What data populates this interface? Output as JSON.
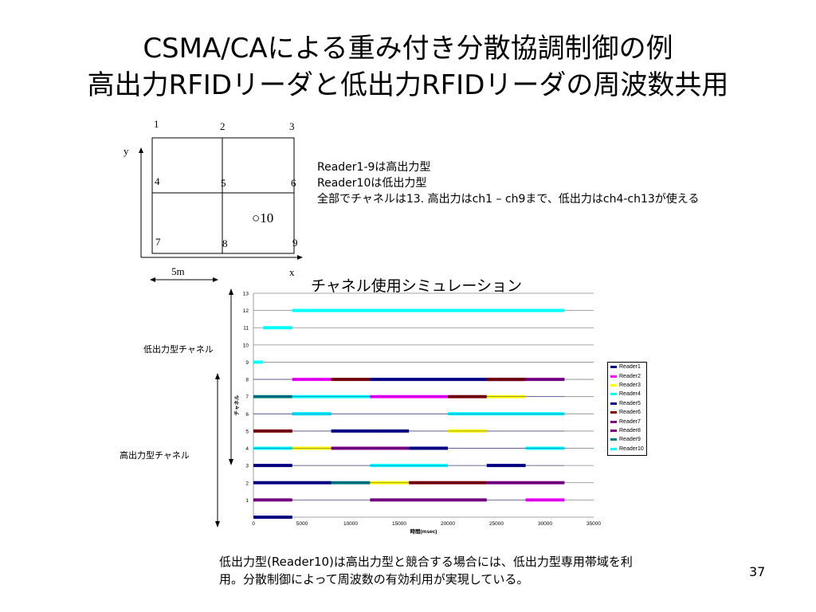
{
  "title_line1": "CSMA/CAによる重み付き分散協調制御の例",
  "title_line2": "高出力RFIDリーダと低出力RFIDリーダの周波数共用",
  "layout_diagram": {
    "labels": [
      "1",
      "2",
      "3",
      "4",
      "5",
      "6",
      "7",
      "8",
      "9"
    ],
    "reader10_label": "○10",
    "y_label": "y",
    "x_label": "x",
    "scale_label": "5m"
  },
  "notes": [
    "Reader1-9は高出力型",
    "Reader10は低出力型",
    "全部でチャネルは13. 高出力はch1 – ch9まで、低出力はch4-ch13が使える"
  ],
  "sim_title": "チャネル使用シミュレーション",
  "side_labels": {
    "low": "低出力型チャネル",
    "high": "高出力型チャネル"
  },
  "chart_data": {
    "type": "line",
    "xlabel": "時間(msec)",
    "ylabel": "チャネル",
    "xlim": [
      0,
      35000
    ],
    "ylim": [
      0,
      13
    ],
    "x_ticks": [
      0,
      5000,
      10000,
      15000,
      20000,
      25000,
      30000,
      35000
    ],
    "y_ticks": [
      1,
      2,
      3,
      4,
      5,
      6,
      7,
      8,
      9,
      10,
      11,
      12,
      13
    ],
    "legend_position": "right",
    "series": [
      {
        "name": "Reader1",
        "color": "#000080",
        "segments": [
          [
            0,
            5,
            4000
          ],
          [
            5,
            8000,
            12000
          ],
          [
            8,
            12000,
            28000
          ],
          [
            2,
            0,
            8000
          ],
          [
            3,
            0,
            4000
          ]
        ]
      },
      {
        "name": "Reader2",
        "color": "#ff00ff",
        "segments": [
          [
            8,
            4000,
            8000
          ],
          [
            7,
            12000,
            20000
          ],
          [
            1,
            28000,
            32000
          ]
        ]
      },
      {
        "name": "Reader3",
        "color": "#ffff00",
        "segments": [
          [
            4,
            4000,
            8000
          ],
          [
            5,
            20000,
            24000
          ],
          [
            2,
            12000,
            16000
          ],
          [
            7,
            24000,
            28000
          ]
        ]
      },
      {
        "name": "Reader4",
        "color": "#00ffff",
        "segments": [
          [
            12,
            4000,
            32000
          ],
          [
            11,
            1000,
            4000
          ],
          [
            9,
            0,
            1000
          ],
          [
            7,
            4000,
            12000
          ],
          [
            6,
            20000,
            32000
          ],
          [
            4,
            0,
            4000
          ],
          [
            3,
            12000,
            20000
          ]
        ]
      },
      {
        "name": "Reader5",
        "color": "#000080",
        "segments": [
          [
            5,
            12000,
            16000
          ],
          [
            3,
            24000,
            28000
          ],
          [
            4,
            16000,
            20000
          ]
        ]
      },
      {
        "name": "Reader6",
        "color": "#800000",
        "segments": [
          [
            8,
            8000,
            12000
          ],
          [
            7,
            20000,
            24000
          ],
          [
            5,
            0,
            4000
          ],
          [
            2,
            16000,
            24000
          ],
          [
            8,
            24000,
            28000
          ]
        ]
      },
      {
        "name": "Reader7",
        "color": "#800080",
        "segments": [
          [
            6,
            4000,
            8000
          ],
          [
            4,
            12000,
            16000
          ],
          [
            8,
            28000,
            32000
          ],
          [
            1,
            0,
            4000
          ],
          [
            1,
            12000,
            24000
          ]
        ]
      },
      {
        "name": "Reader8",
        "color": "#800080",
        "segments": [
          [
            4,
            8000,
            12000
          ],
          [
            2,
            24000,
            32000
          ]
        ]
      },
      {
        "name": "Reader9",
        "color": "#008080",
        "segments": [
          [
            7,
            0,
            4000
          ],
          [
            2,
            8000,
            12000
          ]
        ]
      },
      {
        "name": "Reader10",
        "color": "#00ffff",
        "segments": [
          [
            6,
            4000,
            8000
          ],
          [
            4,
            28000,
            32000
          ]
        ]
      }
    ]
  },
  "caption": "低出力型(Reader10)は高出力型と競合する場合には、低出力型専用帯域を利用。分散制御によって周波数の有効利用が実現している。",
  "page_number": "37"
}
